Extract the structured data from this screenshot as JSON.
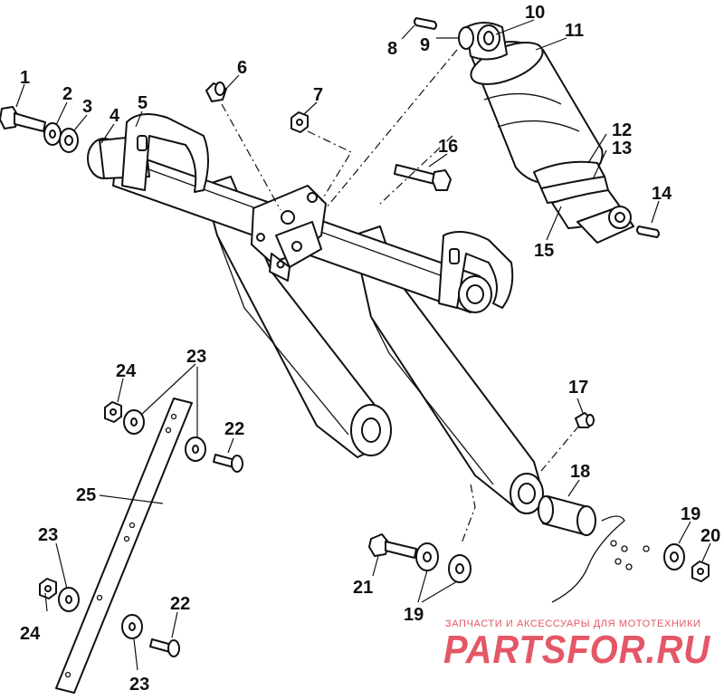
{
  "callouts": {
    "c1": "1",
    "c2": "2",
    "c3": "3",
    "c4": "4",
    "c5": "5",
    "c6": "6",
    "c7": "7",
    "c8": "8",
    "c9": "9",
    "c10": "10",
    "c11": "11",
    "c12": "12",
    "c13": "13",
    "c14": "14",
    "c15": "15",
    "c16": "16",
    "c17": "17",
    "c18": "18",
    "c19a": "19",
    "c19b": "19",
    "c20": "20",
    "c21": "21",
    "c22a": "22",
    "c22b": "22",
    "c23a": "23",
    "c23b": "23",
    "c23c": "23",
    "c24a": "24",
    "c24b": "24",
    "c25": "25"
  },
  "watermark": {
    "tagline": "ЗАПЧАСТИ И АКСЕССУАРЫ ДЛЯ МОТОТЕХНИКИ",
    "logo": "PARTSFOR.RU",
    "color": "#e03a4c"
  }
}
